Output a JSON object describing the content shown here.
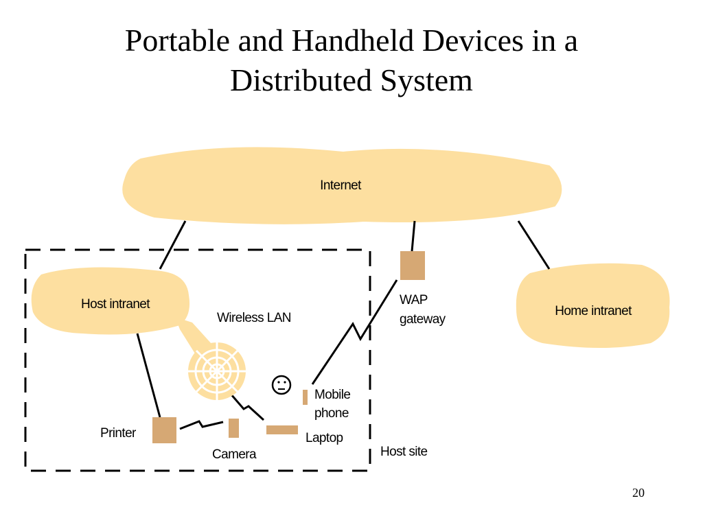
{
  "slide": {
    "title_line1": "Portable and Handheld Devices in a",
    "title_line2": "Distributed System",
    "page_number": "20"
  },
  "diagram": {
    "nodes": {
      "internet": "Internet",
      "host_intranet": "Host intranet",
      "home_intranet": "Home intranet",
      "wireless_lan": "Wireless LAN",
      "wap_gateway_line1": "WAP",
      "wap_gateway_line2": "gateway",
      "mobile_phone_line1": "Mobile",
      "mobile_phone_line2": "phone",
      "laptop": "Laptop",
      "printer": "Printer",
      "camera": "Camera",
      "host_site": "Host site"
    },
    "colors": {
      "cloud": "#FDDFA0",
      "device": "#D6A874",
      "line": "#000000"
    }
  }
}
